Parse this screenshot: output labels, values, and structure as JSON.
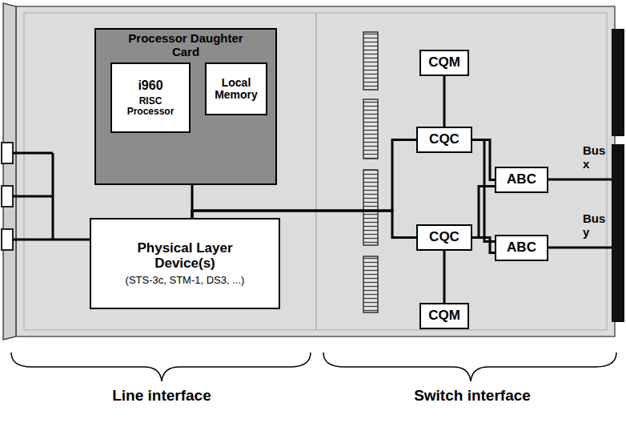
{
  "diagram": {
    "nodes": [
      {
        "text": [
          "Processor Daughter Card"
        ]
      },
      {
        "text": [
          "i960",
          "RISC Processor"
        ],
        "in": 0
      },
      {
        "text": [
          "Local Memory"
        ],
        "in": 0
      },
      {
        "text": [
          "Physical Layer Device(s)",
          "(STS-3c, STM-1, DS3, ...)"
        ]
      },
      {
        "text": [
          "CQM"
        ]
      },
      {
        "text": [
          "CQC"
        ]
      },
      {
        "text": [
          "CQC"
        ]
      },
      {
        "text": [
          "CQM"
        ]
      },
      {
        "text": [
          "ABC"
        ]
      },
      {
        "text": [
          "ABC"
        ]
      }
    ],
    "edges": [
      {
        "from": 0,
        "to": 3,
        "arrow": "none"
      },
      {
        "from": 1,
        "to": 2,
        "arrow": "none"
      },
      {
        "from": 3,
        "to": 5,
        "arrow": "none"
      },
      {
        "from": 3,
        "to": 6,
        "arrow": "none"
      },
      {
        "from": 4,
        "to": 5,
        "arrow": "none"
      },
      {
        "from": 6,
        "to": 7,
        "arrow": "none"
      },
      {
        "from": 5,
        "to": 8,
        "arrow": "none"
      },
      {
        "from": 5,
        "to": 9,
        "arrow": "none"
      },
      {
        "from": 6,
        "to": 8,
        "arrow": "none"
      },
      {
        "from": 6,
        "to": 9,
        "arrow": "none"
      }
    ],
    "labels": [
      "Bus x",
      "Bus y",
      "Line interface",
      "Switch interface"
    ]
  }
}
